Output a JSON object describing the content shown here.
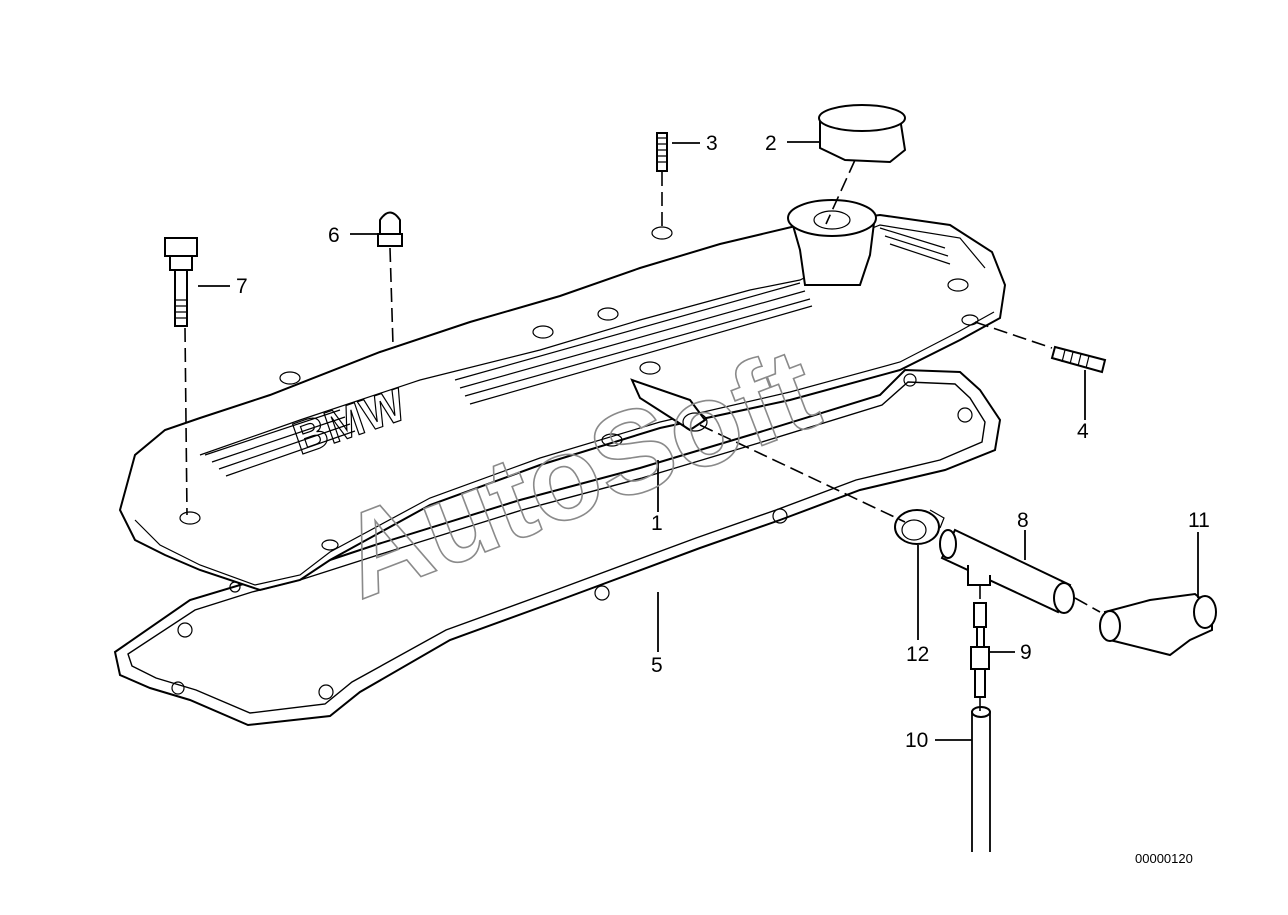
{
  "diagram": {
    "drawing_number": "00000120",
    "watermark": "AutoSoft",
    "cover_emblem": "BMW",
    "callouts": [
      {
        "id": "c1",
        "label": "1"
      },
      {
        "id": "c2",
        "label": "2"
      },
      {
        "id": "c3",
        "label": "3"
      },
      {
        "id": "c4",
        "label": "4"
      },
      {
        "id": "c5",
        "label": "5"
      },
      {
        "id": "c6",
        "label": "6"
      },
      {
        "id": "c7",
        "label": "7"
      },
      {
        "id": "c8",
        "label": "8"
      },
      {
        "id": "c9",
        "label": "9"
      },
      {
        "id": "c10",
        "label": "10"
      },
      {
        "id": "c11",
        "label": "11"
      },
      {
        "id": "c12",
        "label": "12"
      }
    ]
  }
}
